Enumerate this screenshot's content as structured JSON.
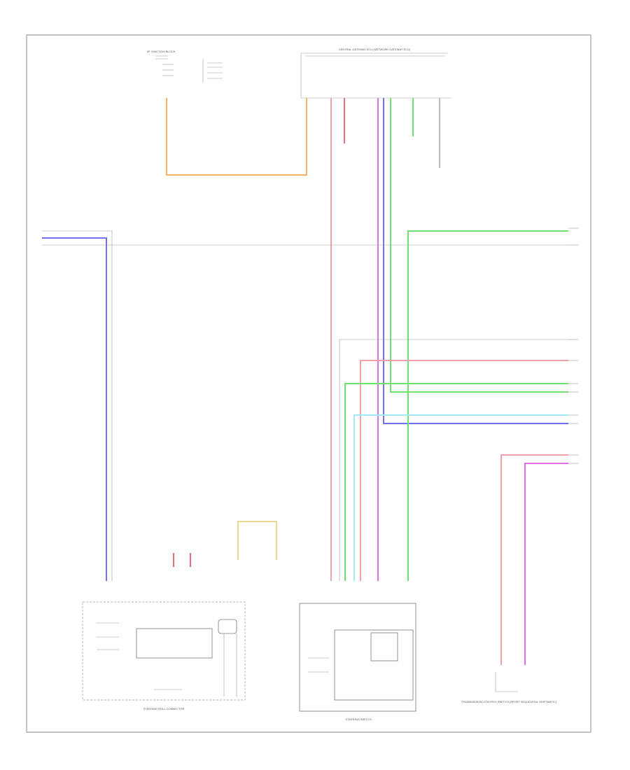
{
  "page_number": "",
  "labels": {
    "component_1": "STEERING ROLL CONNECTOR",
    "component_2": "STEERING SWITCH",
    "component_3": "TRANSMISSION CONTROL SWITCH (SPORT SEQUENTIAL SHIFTMATIC)",
    "junction_top": "CENTRAL GATEWAY ECU (NETWORK GATEWAY ECU)",
    "fuse_block": "I/P JUNCTION BLOCK"
  },
  "colors": {
    "orange": "#f4b46a",
    "pink": "#f0a0a8",
    "red": "#e0707a",
    "magenta": "#e070e8",
    "blue": "#7070f0",
    "green": "#70e070",
    "light_green": "#a0f0a0",
    "cyan": "#a0e8f4",
    "yellow": "#e8d890",
    "gray": "#bbbbbb"
  }
}
